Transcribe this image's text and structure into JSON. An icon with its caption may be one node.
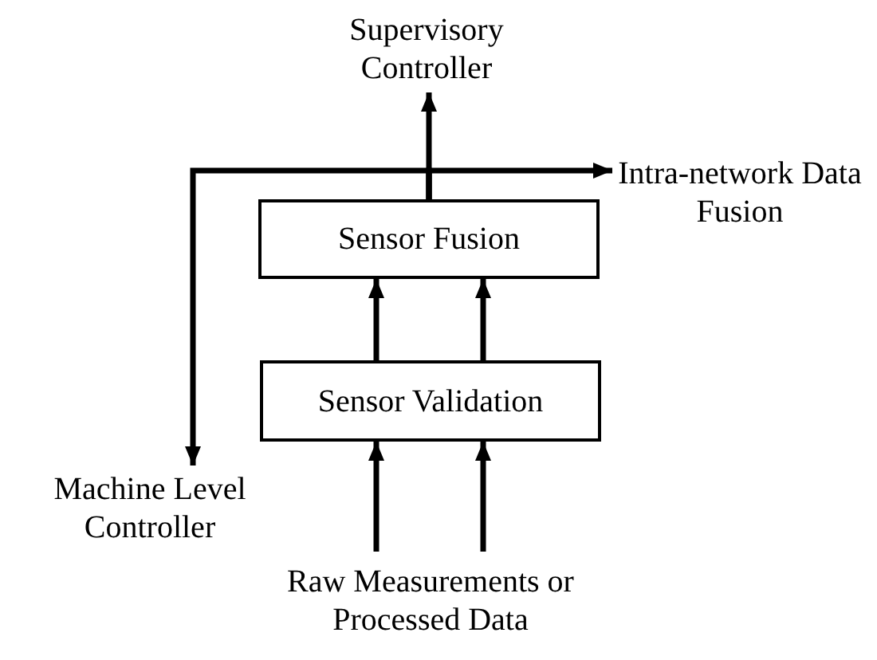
{
  "diagram": {
    "nodes": [
      {
        "text": [
          "Supervisory Controller"
        ]
      },
      {
        "text": [
          "Intra-network Data Fusion"
        ]
      },
      {
        "text": [
          "Sensor Fusion"
        ]
      },
      {
        "text": [
          "Sensor Validation"
        ]
      },
      {
        "text": [
          "Machine Level Controller"
        ]
      },
      {
        "text": [
          "Raw Measurements or Processed Data"
        ]
      }
    ],
    "edges": [
      {
        "from": 2,
        "to": 0,
        "arrow": "to"
      },
      {
        "from": 2,
        "to": 1,
        "arrow": "to"
      },
      {
        "from": 2,
        "to": 4,
        "arrow": "to"
      },
      {
        "from": 3,
        "to": 2,
        "arrow": "to"
      },
      {
        "from": 3,
        "to": 2,
        "arrow": "to"
      },
      {
        "from": 5,
        "to": 3,
        "arrow": "to"
      },
      {
        "from": 5,
        "to": 3,
        "arrow": "to"
      }
    ]
  }
}
